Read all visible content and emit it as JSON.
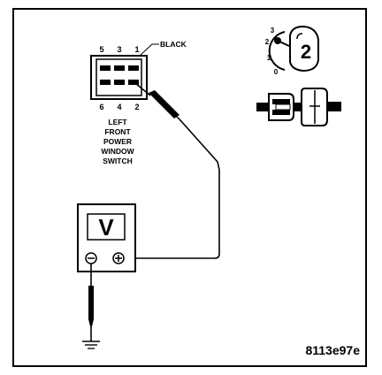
{
  "connector": {
    "top_pins": [
      "5",
      "3",
      "1"
    ],
    "bottom_pins": [
      "6",
      "4",
      "2"
    ],
    "wire_color_label": "BLACK",
    "caption_lines": [
      "LEFT",
      "FRONT",
      "POWER",
      "WINDOW",
      "SWITCH"
    ]
  },
  "voltmeter": {
    "display_symbol": "V",
    "negative_symbol": "⊖",
    "positive_symbol": "⊕"
  },
  "ignition_key": {
    "positions": [
      "3",
      "2",
      "1",
      "0"
    ],
    "selected_position": "2"
  },
  "figure_id": "8113e97e",
  "icons": {
    "ground": "ground-symbol-icon",
    "probe": "test-probe-icon",
    "key": "ignition-key-icon",
    "connector_pair": "connector-pair-icon"
  }
}
